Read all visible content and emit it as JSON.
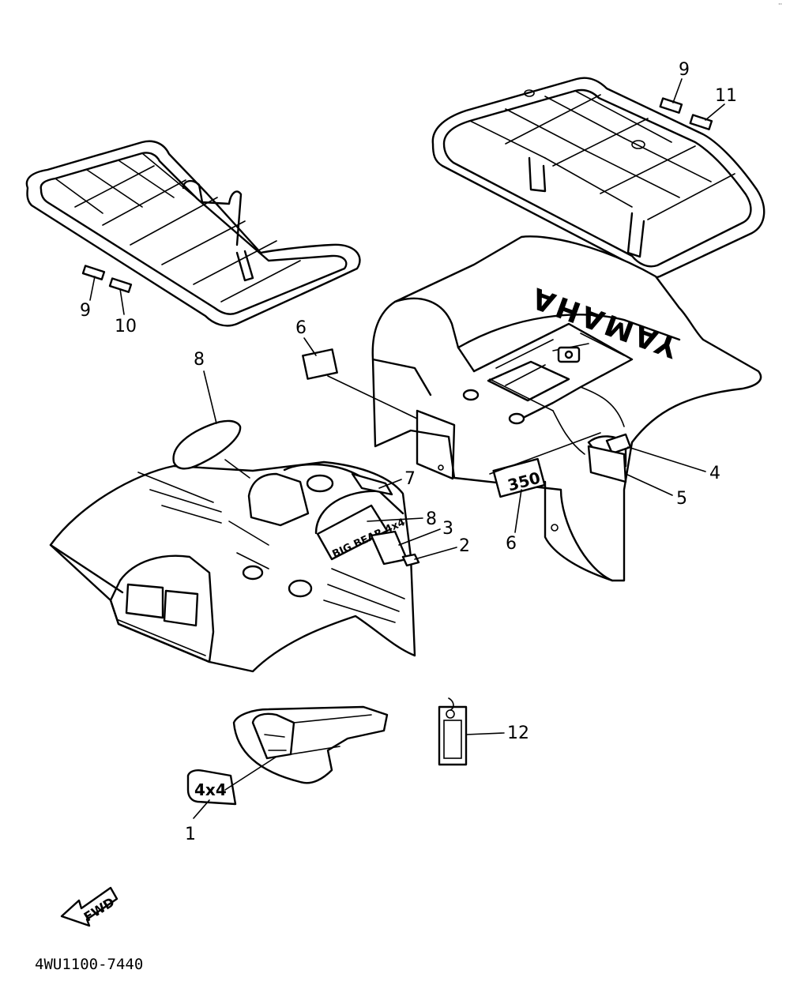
{
  "diagram": {
    "part_code": "4WU1100-7440",
    "callouts": [
      {
        "id": "c9a",
        "text": "9"
      },
      {
        "id": "c11",
        "text": "11"
      },
      {
        "id": "c9b",
        "text": "9"
      },
      {
        "id": "c10",
        "text": "10"
      },
      {
        "id": "c6a",
        "text": "6"
      },
      {
        "id": "c8a",
        "text": "8"
      },
      {
        "id": "c7",
        "text": "7"
      },
      {
        "id": "c8b",
        "text": "8"
      },
      {
        "id": "c3",
        "text": "3"
      },
      {
        "id": "c2",
        "text": "2"
      },
      {
        "id": "c4",
        "text": "4"
      },
      {
        "id": "c5",
        "text": "5"
      },
      {
        "id": "c6b",
        "text": "6"
      },
      {
        "id": "c12",
        "text": "12"
      },
      {
        "id": "c1",
        "text": "1"
      }
    ],
    "emblems": {
      "brand": "YAMAHA",
      "displacement": "350",
      "drive": "4x4",
      "direction": "FWD"
    }
  }
}
